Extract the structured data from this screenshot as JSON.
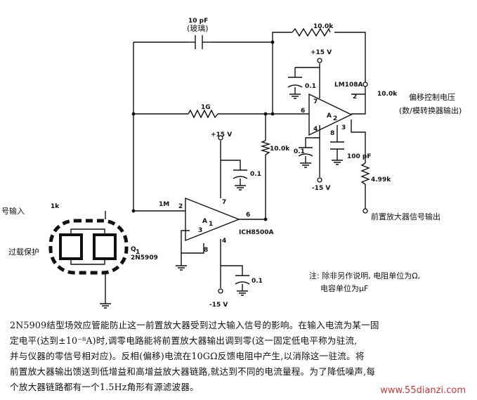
{
  "labels": {
    "cap_10pf": "10 pF",
    "cap_10pf_material": "(玻璃)",
    "res_10k_top": "10.0k",
    "vplus_a2": "+15 V",
    "part_a2": "LM108A",
    "cap_01_a2": "0.1",
    "pin7_a2": "7",
    "pin2_a2": "2",
    "pin6_a2": "6",
    "amp_a2": "A",
    "amp_a2_sub": "2",
    "pin4_a2": "4",
    "pin8_a2": "8",
    "pin3_a2": "3",
    "offset_res": "10.0k",
    "offset_title": "偏移控制电压",
    "offset_sub": "(数/模转换器输出)",
    "res_1g": "1G",
    "res_10k_mid": "10.0k",
    "cap_01_a2_neg": "0.1",
    "cap_100pf": "100 pF",
    "vminus_a2": "-15 V",
    "res_499k": "4.99k",
    "vplus_a1": "+15 V",
    "cap_01_a1": "0.1",
    "signal_in": "号输入",
    "res_1k": "1k",
    "res_1m": "1M",
    "pin7_a1": "7",
    "pin2_a1": "2",
    "pin6_a1": "6",
    "amp_a1": "A",
    "amp_a1_sub": "1",
    "pin3_a1": "3",
    "pin8_a1": "8",
    "pin4_a1": "4",
    "part_a1": "ICH8500A",
    "preamp_out": "前置放大器信号输出",
    "overload": "过载保护",
    "q1": "Q",
    "q1_sub": "1",
    "q1_part": "2N5909",
    "cap_01_a1_neg": "0.1",
    "vminus_a1": "-15 V",
    "note_line1": "注: 除非另作说明, 电阻单位为Ω,",
    "note_line2": "电容单位为μF"
  },
  "caption": {
    "line1": "2N5909结型场效应管能防止这一前置放大器受到过大输入信号的影响。在输入电流为某一固",
    "line2": "定电平(达到±10⁻⁸A)时,调零电路能将前置放大器输出调到零(这一固定低电平称为驻流,",
    "line3": "并与仪器的零信号相对应)。反相(偏移)电流在10GΩ反馈电阻中产生,以消除这一驻流。将",
    "line4": "前置放大器输出馈送到低增益和高增益放大器链路,就达到不同的电流量程。为了降低噪声,每",
    "line5": "个放大器链路都有一个1.5Hz角形有源滤波器。"
  },
  "watermark": "www.55dianzi.com"
}
